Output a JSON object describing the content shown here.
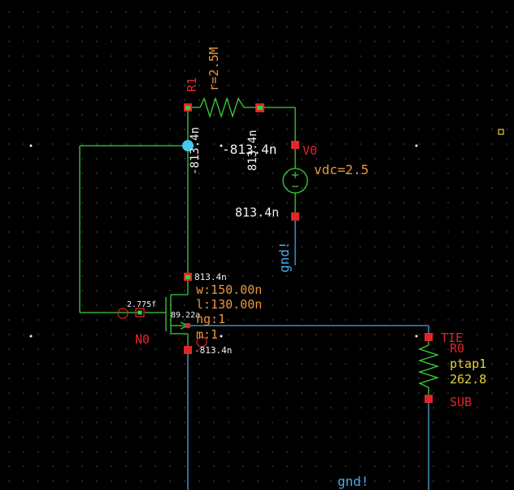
{
  "schematic": {
    "r1": {
      "name": "R1",
      "value": "r=2.5M"
    },
    "v0": {
      "name": "V0",
      "value": "vdc=2.5"
    },
    "n0": {
      "name": "N0",
      "w": "w:150.00n",
      "l": "l:130.00n",
      "ng": "ng:1",
      "m": "m:1"
    },
    "r0": {
      "name": "R0",
      "model": "ptap1",
      "value": "262.8",
      "tie": "TIE",
      "sub": "SUB"
    },
    "annotations": {
      "r1_left_current": "-813.4n",
      "r1_right_current": "813.4n",
      "v0_top_current": "-813.4n",
      "v0_bottom_current": "813.4n",
      "n0_drain_current": "813.4n",
      "n0_gate_current": "2.775f",
      "n0_bulk_current": "89.22a",
      "n0_source_current": "-813.4n"
    },
    "nets": {
      "gnd_left": "gnd!",
      "gnd_bottom": "gnd!"
    }
  },
  "colors": {
    "wire_green": "#3ccf3c",
    "wire_blue": "#48a8e6",
    "pin_red": "#e0262a",
    "probe_cyan": "#43c8f0",
    "label_orange": "#e8963a"
  }
}
